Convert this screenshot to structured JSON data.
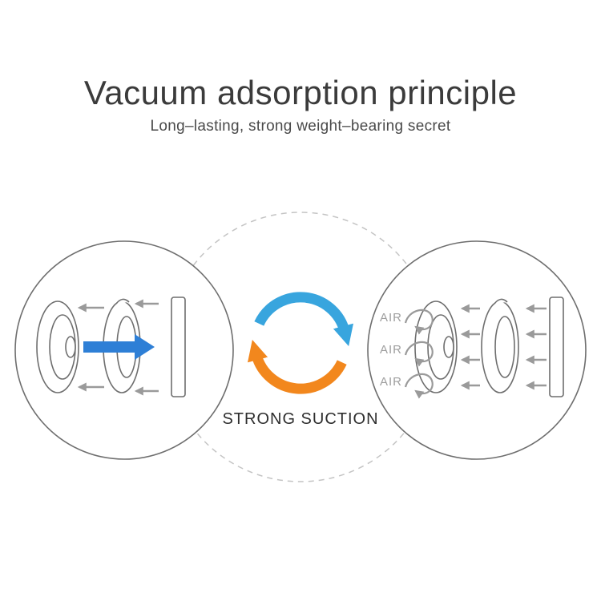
{
  "header": {
    "title": "Vacuum adsorption principle",
    "subtitle": "Long–lasting, strong weight–bearing secret"
  },
  "diagram": {
    "cycle_label": "STRONG SUCTION",
    "air_labels": [
      "AIR",
      "AIR",
      "AIR"
    ],
    "colors": {
      "cycle_blue": "#38a5de",
      "cycle_orange": "#f2871d",
      "push_arrow_blue": "#2e7fd6",
      "arrow_gray": "#9a9a9a",
      "outline_gray": "#6e6e6e",
      "dashed_gray": "#c4c4c4"
    }
  }
}
